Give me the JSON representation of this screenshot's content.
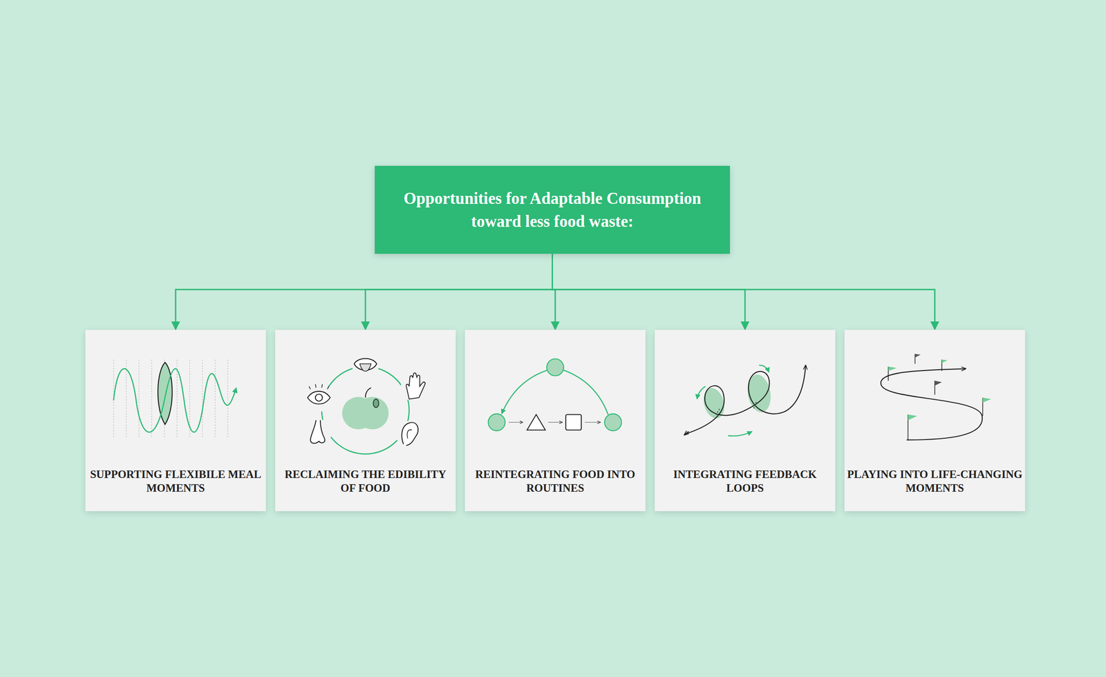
{
  "diagram": {
    "nodes": [
      {
        "text": [
          "Opportunities for Adaptable Consumption toward less food waste:"
        ]
      },
      {
        "text": [
          "SUPPORTING FLEXIBILE MEAL MOMENTS"
        ]
      },
      {
        "text": [
          "RECLAIMING THE EDIBILITY OF FOOD"
        ]
      },
      {
        "text": [
          "REINTEGRATING FOOD INTO ROUTINES"
        ]
      },
      {
        "text": [
          "INTEGRATING FEEDBACK LOOPS"
        ]
      },
      {
        "text": [
          "PLAYING INTO LIFE-CHANGING MOMENTS"
        ]
      }
    ],
    "edges": [
      {
        "from": 0,
        "to": 1,
        "arrow": "to"
      },
      {
        "from": 0,
        "to": 2,
        "arrow": "to"
      },
      {
        "from": 0,
        "to": 3,
        "arrow": "to"
      },
      {
        "from": 0,
        "to": 4,
        "arrow": "to"
      },
      {
        "from": 0,
        "to": 5,
        "arrow": "to"
      }
    ]
  }
}
